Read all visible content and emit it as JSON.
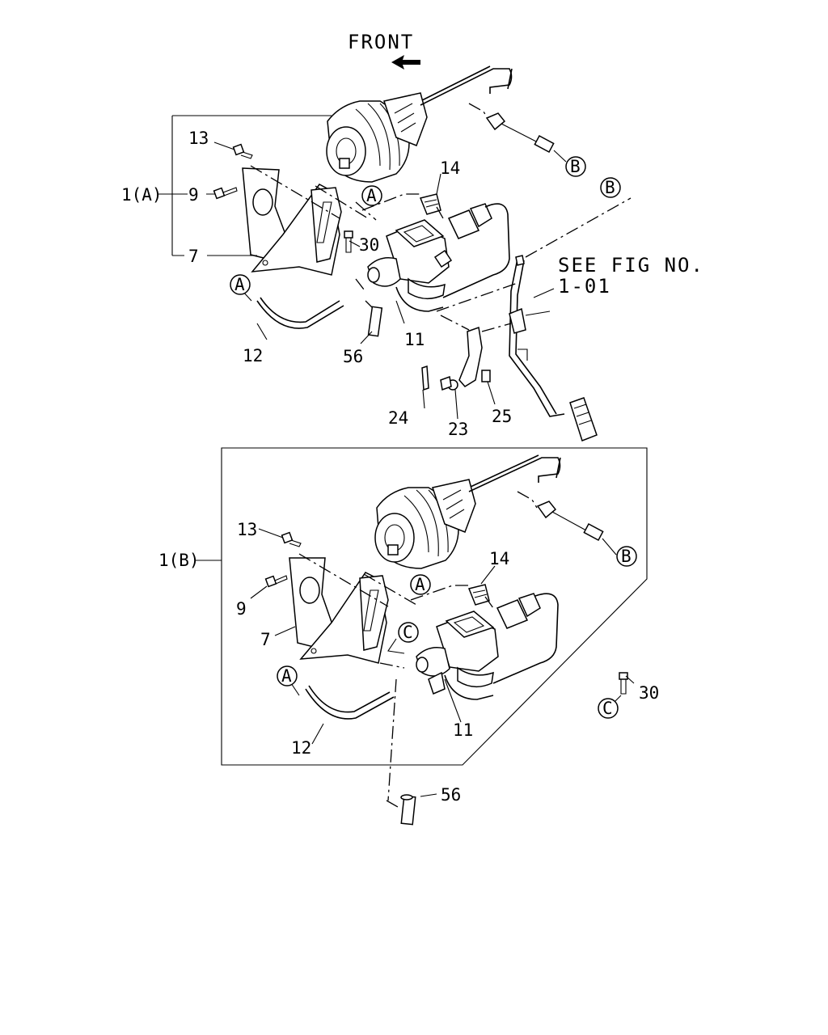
{
  "header": {
    "front_label": "FRONT",
    "front_arrow_icon": "front-arrow-icon"
  },
  "top": {
    "assembly_label": "1(A)",
    "see_fig_line1": "SEE FIG NO.",
    "see_fig_line2": "1-01",
    "callouts": {
      "p13": "13",
      "p9": "9",
      "p7": "7",
      "p14": "14",
      "p30": "30",
      "p11": "11",
      "p12": "12",
      "p56": "56",
      "p24": "24",
      "p23": "23",
      "p25": "25"
    },
    "refs": {
      "A1": "A",
      "A2": "A",
      "B1": "B",
      "B2": "B"
    }
  },
  "bottom": {
    "assembly_label": "1(B)",
    "callouts": {
      "p13": "13",
      "p9": "9",
      "p7": "7",
      "p14": "14",
      "p11": "11",
      "p12": "12",
      "p56": "56",
      "p30": "30"
    },
    "refs": {
      "A1": "A",
      "A2": "A",
      "B1": "B",
      "C1": "C",
      "C2": "C"
    }
  }
}
